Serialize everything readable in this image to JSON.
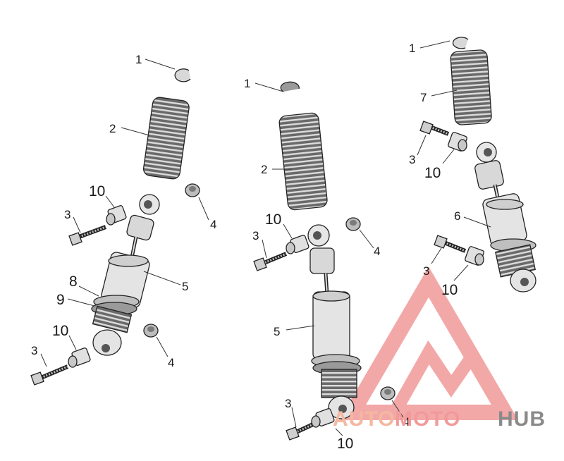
{
  "callouts": [
    {
      "id": "c1-left",
      "text": "1"
    },
    {
      "id": "c2-left",
      "text": "2"
    },
    {
      "id": "c10-left-top",
      "text": "10"
    },
    {
      "id": "c3-left-top",
      "text": "3"
    },
    {
      "id": "c4-left-top",
      "text": "4"
    },
    {
      "id": "c5-left",
      "text": "5"
    },
    {
      "id": "c8-left",
      "text": "8"
    },
    {
      "id": "c9-left",
      "text": "9"
    },
    {
      "id": "c10-left-bottom",
      "text": "10"
    },
    {
      "id": "c3-left-bottom",
      "text": "3"
    },
    {
      "id": "c4-left-bottom",
      "text": "4"
    },
    {
      "id": "c1-mid",
      "text": "1"
    },
    {
      "id": "c2-mid",
      "text": "2"
    },
    {
      "id": "c10-mid-top",
      "text": "10"
    },
    {
      "id": "c3-mid-top",
      "text": "3"
    },
    {
      "id": "c4-mid-top",
      "text": "4"
    },
    {
      "id": "c5-mid",
      "text": "5"
    },
    {
      "id": "c3-mid-bottom",
      "text": "3"
    },
    {
      "id": "c4-mid-bottom",
      "text": "4"
    },
    {
      "id": "c10-mid-bottom",
      "text": "10"
    },
    {
      "id": "c1-right",
      "text": "1"
    },
    {
      "id": "c7-right",
      "text": "7"
    },
    {
      "id": "c3-right-top",
      "text": "3"
    },
    {
      "id": "c10-right-top",
      "text": "10"
    },
    {
      "id": "c6-right",
      "text": "6"
    },
    {
      "id": "c3-right-bottom",
      "text": "3"
    },
    {
      "id": "c10-right-bottom",
      "text": "10"
    }
  ],
  "watermark": {
    "part1": "AUTO",
    "part2": "MOTO",
    "part3": "HUB",
    "color_primary": "#f4a3a3",
    "color_dark": "#8a8a8a"
  }
}
